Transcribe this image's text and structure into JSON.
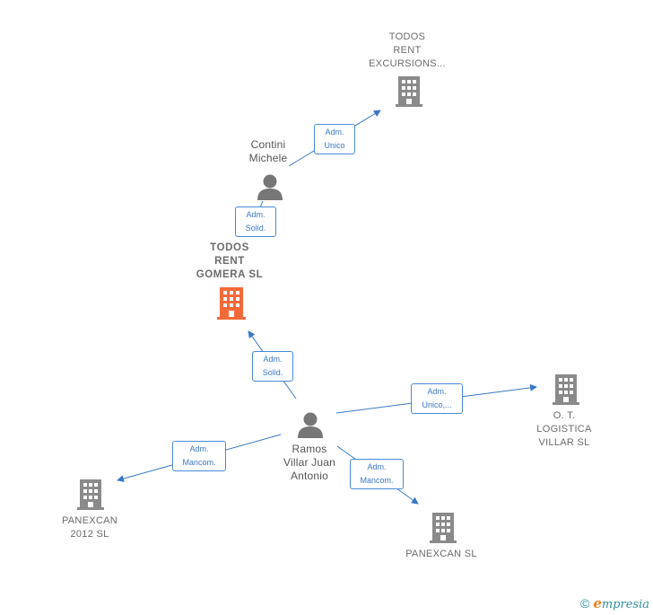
{
  "colors": {
    "edge": "#3a78c8",
    "company": "#8a8a8a",
    "company_main": "#f26a3a",
    "person": "#777777"
  },
  "nodes": {
    "todos_rent_excursions": {
      "label": "TODOS\nRENT\nEXCURSIONS...",
      "icon": "building-icon"
    },
    "contini_michele": {
      "label": "Contini\nMichele",
      "icon": "person-icon"
    },
    "todos_rent_gomera": {
      "label": "TODOS\nRENT\nGOMERA SL",
      "icon": "building-icon"
    },
    "ramos_villar": {
      "label": "Ramos\nVillar Juan\nAntonio",
      "icon": "person-icon"
    },
    "ot_logistica": {
      "label": "O. T.\nLOGISTICA\nVILLAR SL",
      "icon": "building-icon"
    },
    "panexcan_2012": {
      "label": "PANEXCAN\n2012 SL",
      "icon": "building-icon"
    },
    "panexcan": {
      "label": "PANEXCAN SL",
      "icon": "building-icon"
    }
  },
  "edges": {
    "contini_to_excursions": "Adm.\nUnico",
    "contini_to_gomera": "Adm.\nSolid.",
    "ramos_to_gomera": "Adm.\nSolid.",
    "ramos_to_logistica": "Adm.\nUnico,...",
    "ramos_to_panexcan2012": "Adm.\nMancom.",
    "ramos_to_panexcan": "Adm.\nMancom."
  },
  "footer": {
    "copyright": "©",
    "brand_first": "e",
    "brand_rest": "mpresia"
  }
}
